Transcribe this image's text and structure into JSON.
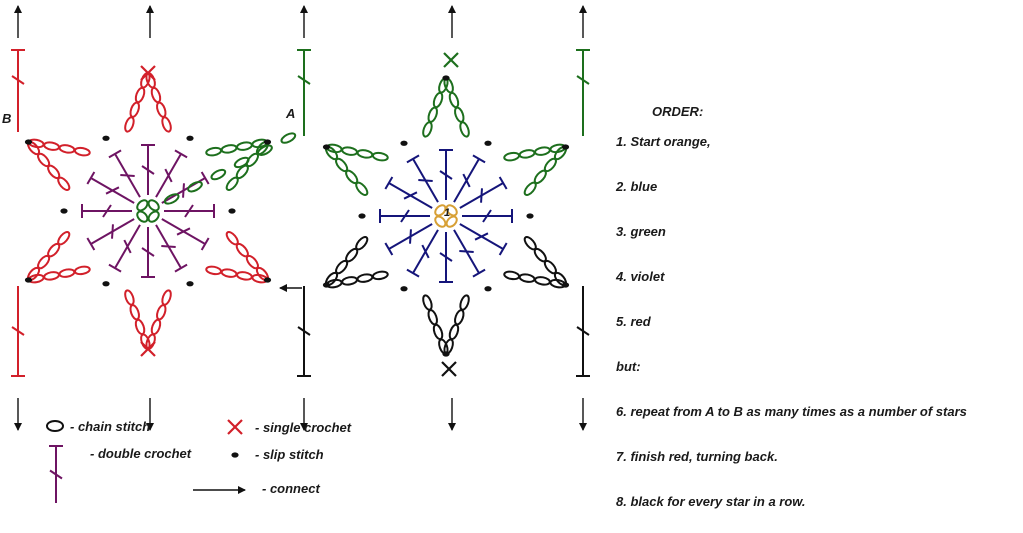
{
  "labels": {
    "point_a": "A",
    "point_b": "B",
    "star2_center": "1"
  },
  "legend": {
    "chain": "- chain stitch",
    "double": "- double crochet",
    "single": "- single crochet",
    "slip": "- slip stitch",
    "connect": "- connect"
  },
  "order": {
    "title": "ORDER:",
    "steps": [
      "1. Start orange,",
      "2. blue",
      "3. green",
      "4. violet",
      "5. red",
      "but:",
      "6. repeat from A to B as many times as a number of stars",
      "7. finish red, turning back.",
      "8. black for every star in a row."
    ]
  },
  "colors": {
    "red": "#d2202a",
    "green": "#1d6f1d",
    "blue": "#15157a",
    "violet": "#6e1463",
    "orange": "#d7a035",
    "black": "#111111"
  }
}
